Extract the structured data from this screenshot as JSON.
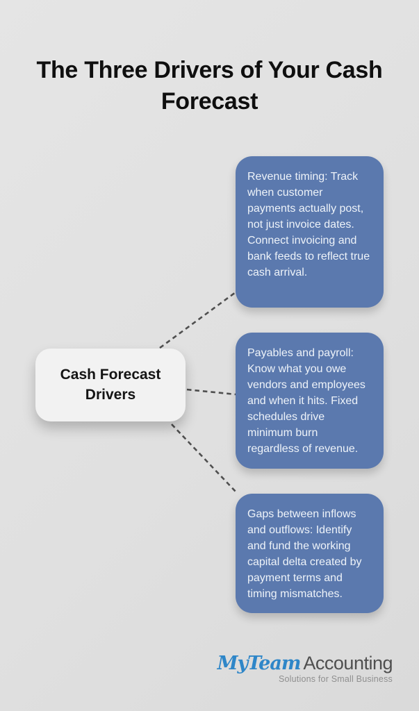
{
  "title": "The Three Drivers of Your Cash Forecast",
  "center_node": {
    "label": "Cash Forecast Drivers"
  },
  "drivers": [
    {
      "name": "revenue-timing",
      "text": "Revenue timing: Track when customer payments actually post, not just invoice dates. Connect invoicing and bank feeds to reflect true cash arrival."
    },
    {
      "name": "payables-and-payroll",
      "text": "Payables and payroll: Know what you owe vendors and employees and when it hits. Fixed schedules drive minimum burn regardless of revenue."
    },
    {
      "name": "inflow-outflow-gaps",
      "text": "Gaps between inflows and outflows: Identify and fund the working capital delta created by payment terms and timing mismatches."
    }
  ],
  "logo": {
    "brand_script": "MyTeam",
    "brand_rest": "Accounting",
    "tagline": "Solutions for Small Business"
  },
  "colors": {
    "bg": "#e0e0e0",
    "bg-light": "#e5e5e5",
    "bg-dark": "#dadada",
    "title": "#0f0f0f",
    "driver-box": "#5b79ae",
    "driver-text": "#eef3f9",
    "center-box": "#f2f2f2",
    "connector": "#4f4f4f",
    "logo-blue": "#2e86c8",
    "logo-gray": "#4f4f4f",
    "logo-tagline": "#8f8f8f"
  }
}
